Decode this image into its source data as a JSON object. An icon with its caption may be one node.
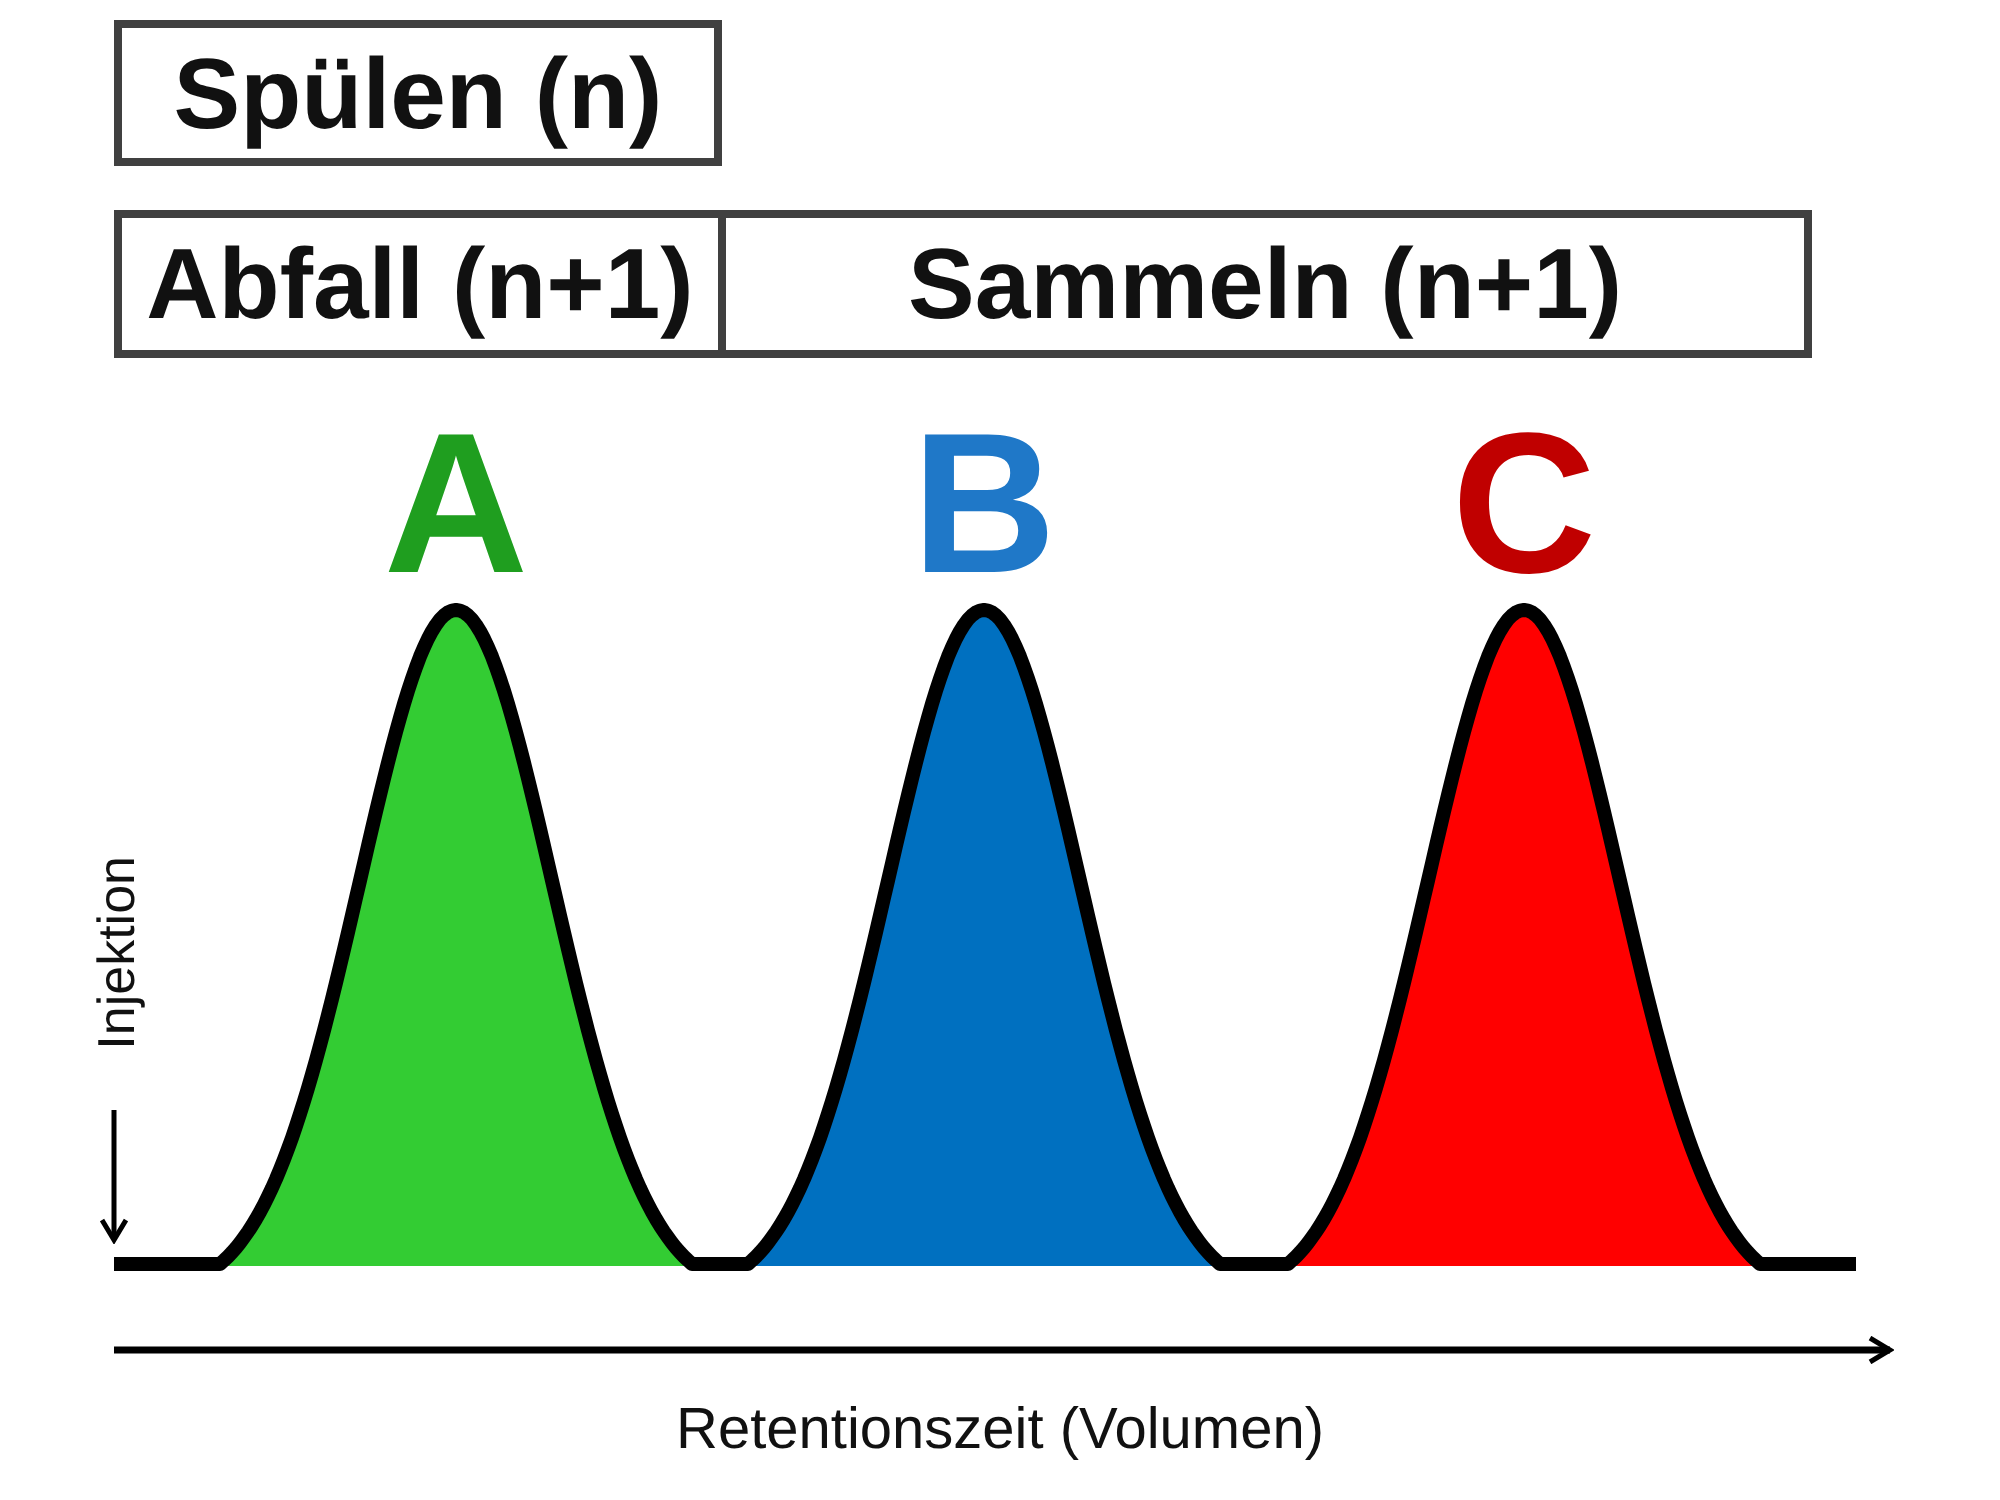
{
  "diagram": {
    "nodes": [
      {
        "text": [
          "Spülen (n)"
        ]
      },
      {
        "text": [
          "Abfall (n+1)"
        ]
      },
      {
        "text": [
          "Sammeln (n+1)"
        ]
      },
      {
        "text": [
          "A"
        ]
      },
      {
        "text": [
          "B"
        ]
      },
      {
        "text": [
          "C"
        ]
      }
    ],
    "labels": [
      "Injektion",
      "Retentionszeit (Volumen)"
    ]
  }
}
